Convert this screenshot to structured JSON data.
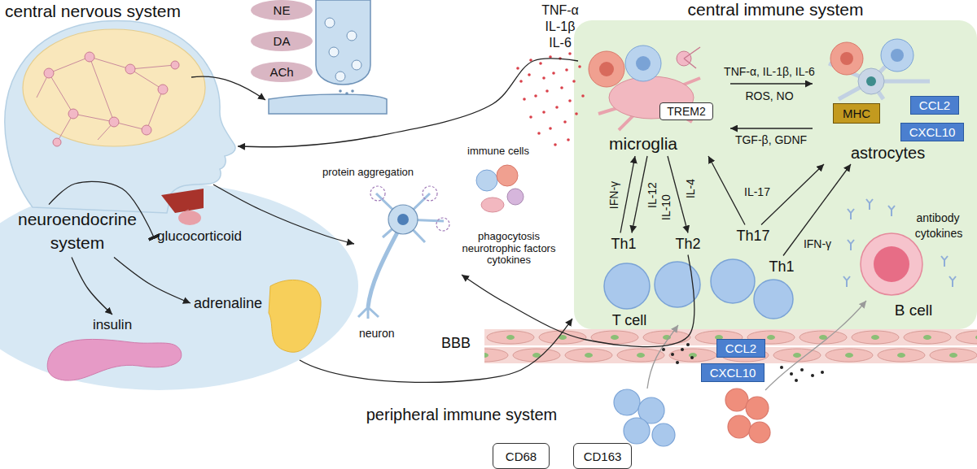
{
  "diagram": {
    "nodes": [
      {
        "text": [
          "central nervous system"
        ]
      },
      {
        "text": [
          "NE"
        ]
      },
      {
        "text": [
          "DA"
        ]
      },
      {
        "text": [
          "ACh"
        ]
      },
      {
        "text": [
          "neuroendocrine system"
        ]
      },
      {
        "text": [
          "glucocorticoid"
        ]
      },
      {
        "text": [
          "adrenaline"
        ]
      },
      {
        "text": [
          "insulin"
        ]
      },
      {
        "text": [
          "neuron"
        ]
      },
      {
        "text": [
          "central immune system"
        ]
      },
      {
        "text": [
          "microglia"
        ],
        "in": 9
      },
      {
        "text": [
          "TREM2"
        ],
        "in": 10
      },
      {
        "text": [
          "astrocytes"
        ],
        "in": 9
      },
      {
        "text": [
          "MHC"
        ],
        "in": 12
      },
      {
        "text": [
          "CCL2"
        ],
        "in": 12
      },
      {
        "text": [
          "CXCL10"
        ],
        "in": 12
      },
      {
        "text": [
          "Th1"
        ],
        "in": 9
      },
      {
        "text": [
          "Th2"
        ],
        "in": 9
      },
      {
        "text": [
          "Th17"
        ],
        "in": 9
      },
      {
        "text": [
          "Th1"
        ],
        "in": 9
      },
      {
        "text": [
          "B cell"
        ],
        "in": 9
      },
      {
        "text": [
          "CCL2"
        ]
      },
      {
        "text": [
          "CXCL10"
        ]
      },
      {
        "text": [
          "CD68"
        ]
      },
      {
        "text": [
          "CD163"
        ]
      }
    ],
    "edges": [
      {
        "from": 0,
        "to": 8,
        "arrow": "to"
      },
      {
        "from": 10,
        "to": 0,
        "arrow": "to"
      },
      {
        "from": 4,
        "to": 5,
        "arrow": "to"
      },
      {
        "from": 4,
        "to": 6,
        "arrow": "to"
      },
      {
        "from": 4,
        "to": 7,
        "arrow": "to"
      },
      {
        "from": 10,
        "to": 12,
        "label": "TNF-α, IL-1β, IL-6",
        "arrow": "to"
      },
      {
        "from": 12,
        "to": 10,
        "label": "TGF-β, GDNF",
        "arrow": "to"
      },
      {
        "from": 16,
        "to": 10,
        "label": "IFN-γ",
        "arrow": "to"
      },
      {
        "from": 10,
        "to": 16,
        "label": "IL-12",
        "arrow": "to"
      },
      {
        "from": 10,
        "to": 17,
        "label": "IL-4",
        "arrow": "to"
      },
      {
        "from": 18,
        "to": 10,
        "label": "IL-17",
        "arrow": "to"
      },
      {
        "from": 18,
        "to": 12,
        "arrow": "to"
      },
      {
        "from": 19,
        "to": 12,
        "label": "IFN-γ",
        "arrow": "to"
      },
      {
        "from": 17,
        "to": 8,
        "label": "phagocytosis neurotrophic factors cytokines",
        "arrow": "to"
      }
    ],
    "labels": [
      "TNF-α",
      "IL-1β",
      "IL-6",
      "ROS, NO",
      "IL-10",
      "protein aggregation",
      "immune cells",
      "T cell",
      "antibody",
      "cytokines",
      "BBB",
      "peripheral immune system"
    ]
  }
}
